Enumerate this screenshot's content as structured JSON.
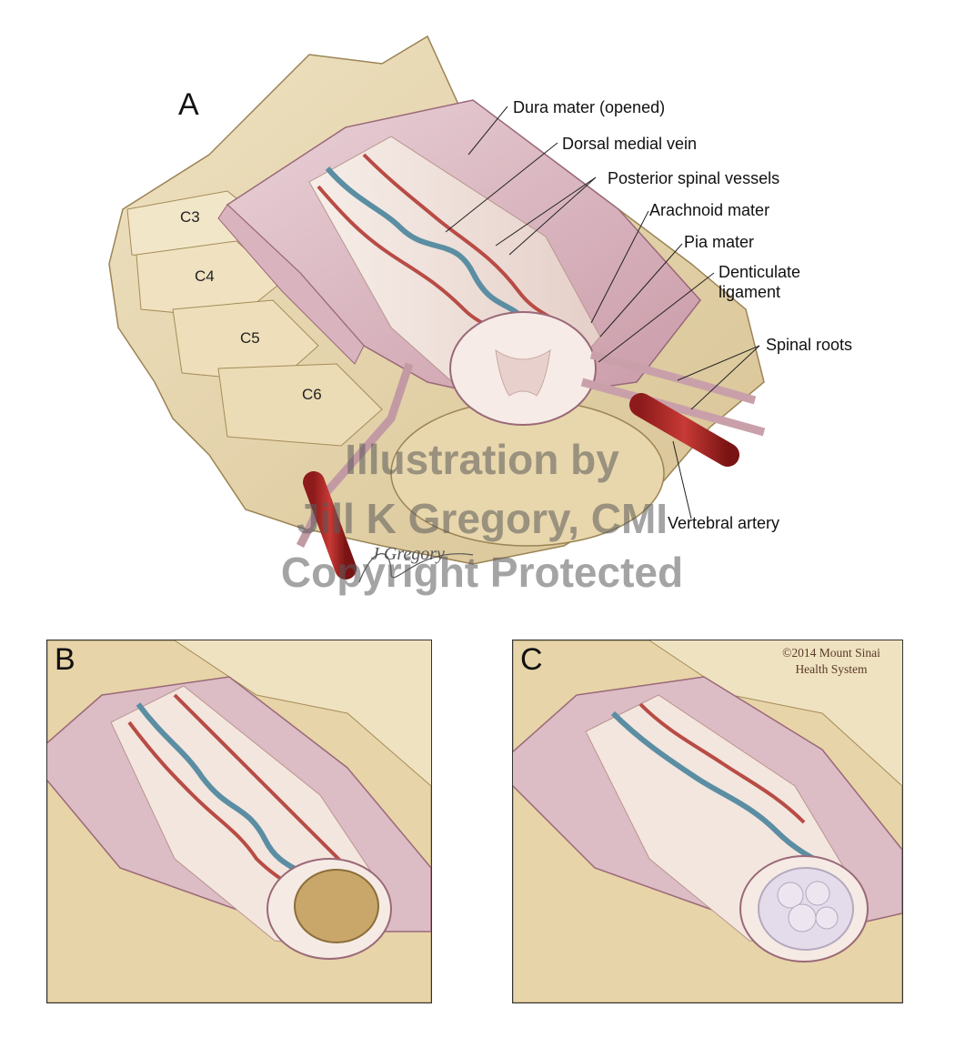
{
  "panels": {
    "a": {
      "letter": "A"
    },
    "b": {
      "letter": "B"
    },
    "c": {
      "letter": "C"
    }
  },
  "vertebrae": [
    "C3",
    "C4",
    "C5",
    "C6"
  ],
  "labels": {
    "dura": "Dura mater (opened)",
    "dorsal_vein": "Dorsal medial vein",
    "posterior_vessels": "Posterior spinal vessels",
    "arachnoid": "Arachnoid mater",
    "pia": "Pia mater",
    "denticulate_1": "Denticulate",
    "denticulate_2": "ligament",
    "spinal_roots": "Spinal roots",
    "vertebral_artery": "Vertebral artery"
  },
  "watermark": {
    "line1": "Illustration by",
    "line2": "Jill K Gregory, CMI",
    "line3": "Copyright Protected"
  },
  "signature": "J Gregory",
  "copyright": {
    "line1": "©2014 Mount Sinai",
    "line2": "Health System"
  }
}
